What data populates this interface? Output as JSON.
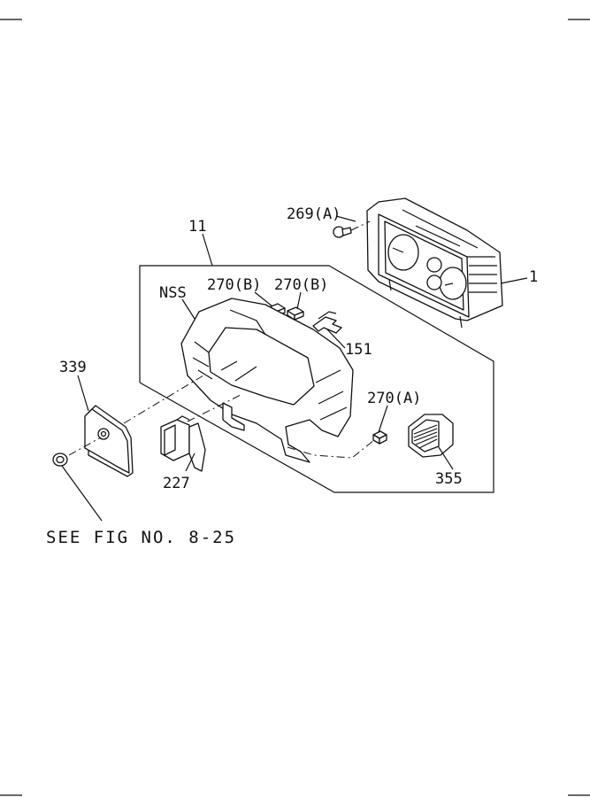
{
  "callouts": {
    "p269a": "269(A)",
    "p1": "1",
    "p11": "11",
    "p270b_1": "270(B)",
    "p270b_2": "270(B)",
    "nss": "NSS",
    "p151": "151",
    "p339": "339",
    "p270a": "270(A)",
    "p227": "227",
    "p355": "355"
  },
  "reference_note": "SEE FIG NO. 8-25"
}
